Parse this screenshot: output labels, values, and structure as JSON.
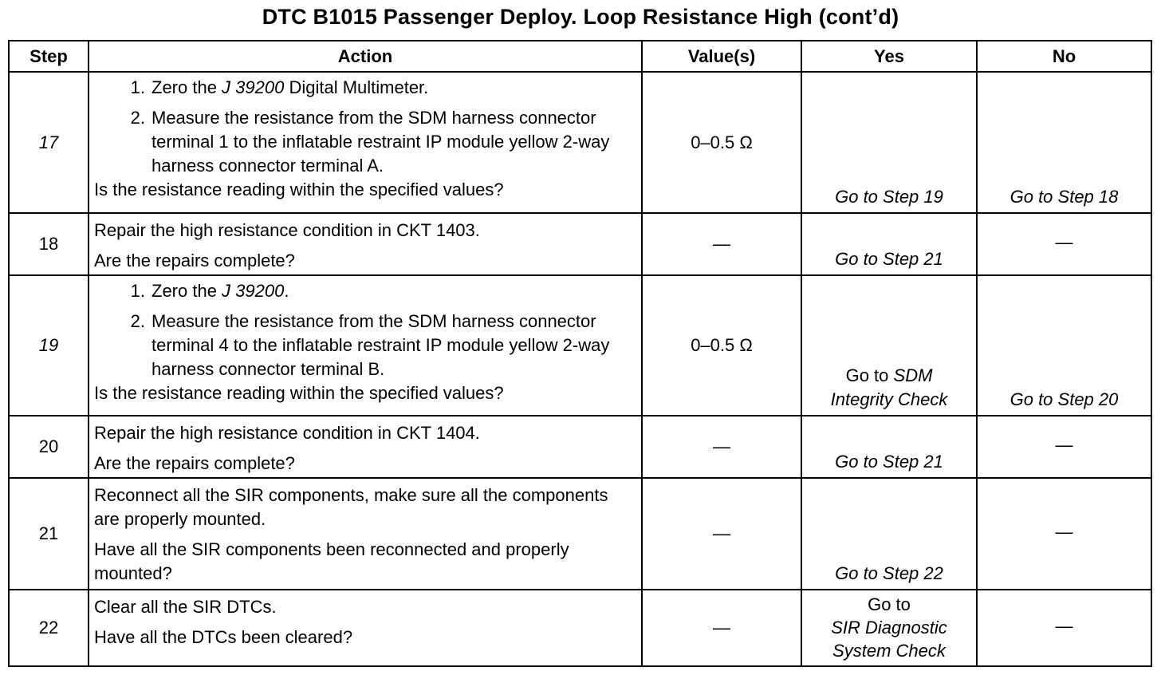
{
  "title": "DTC B1015 Passenger Deploy. Loop Resistance High (cont’d)",
  "headers": {
    "step": "Step",
    "action": "Action",
    "values": "Value(s)",
    "yes": "Yes",
    "no": "No"
  },
  "rows": [
    {
      "step": "17",
      "action_items": [
        {
          "num": "1.",
          "pre": "Zero the ",
          "ital": "J 39200",
          "post": " Digital Multimeter."
        },
        {
          "num": "2.",
          "text": "Measure the resistance from the SDM harness connector terminal 1 to the inflatable restraint IP module yellow 2-way harness connector terminal A."
        }
      ],
      "question": "Is the resistance reading within the specified values?",
      "value": "0–0.5 Ω",
      "yes": "Go to Step 19",
      "no": "Go to Step 18"
    },
    {
      "step": "18",
      "action": "Repair the high resistance condition in CKT 1403.",
      "question": "Are the repairs complete?",
      "value": "—",
      "yes": "Go to Step 21",
      "no": "—"
    },
    {
      "step": "19",
      "action_items": [
        {
          "num": "1.",
          "pre": "Zero the ",
          "ital": "J 39200",
          "post": "."
        },
        {
          "num": "2.",
          "text": "Measure the resistance from the SDM harness connector terminal 4 to the inflatable restraint IP module yellow 2-way harness connector terminal B."
        }
      ],
      "question": "Is the resistance reading within the specified values?",
      "value": "0–0.5 Ω",
      "yes_pre": "Go to ",
      "yes_ital1": "SDM",
      "yes_ital2": "Integrity Check",
      "no": "Go to Step 20"
    },
    {
      "step": "20",
      "action": "Repair the high resistance condition in CKT 1404.",
      "question": "Are the repairs complete?",
      "value": "—",
      "yes": "Go to Step 21",
      "no": "—"
    },
    {
      "step": "21",
      "action": "Reconnect all the SIR components, make sure all the components are properly mounted.",
      "question": "Have all the SIR components been reconnected and properly mounted?",
      "value": "—",
      "yes": "Go to Step 22",
      "no": "—"
    },
    {
      "step": "22",
      "action": "Clear all the SIR DTCs.",
      "question": "Have all the DTCs been cleared?",
      "value": "—",
      "yes_pre": "Go to",
      "yes_ital1": "SIR Diagnostic",
      "yes_ital2": "System Check",
      "no": "—"
    }
  ]
}
